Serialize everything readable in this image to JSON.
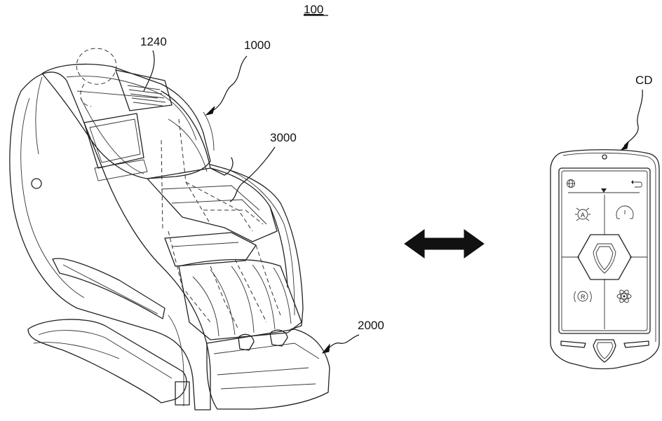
{
  "figure": {
    "number": "100",
    "labels": {
      "head_unit": "1240",
      "chair": "1000",
      "leg_unit": "2000",
      "inner_module": "3000",
      "controller": "CD"
    }
  },
  "icons": {
    "bidirectional_arrow": "double-headed-arrow-icon",
    "globe": "globe-icon",
    "back": "return-arrow-icon",
    "dropdown": "triangle-down-icon",
    "mode_a": "mode-a-icon",
    "speed": "gauge-icon",
    "center": "shield-hexagon-icon",
    "mode_r": "mode-r-icon",
    "atom": "atom-icon"
  },
  "colors": {
    "line": "#222222",
    "background": "#ffffff",
    "arrow_fill": "#111111"
  }
}
